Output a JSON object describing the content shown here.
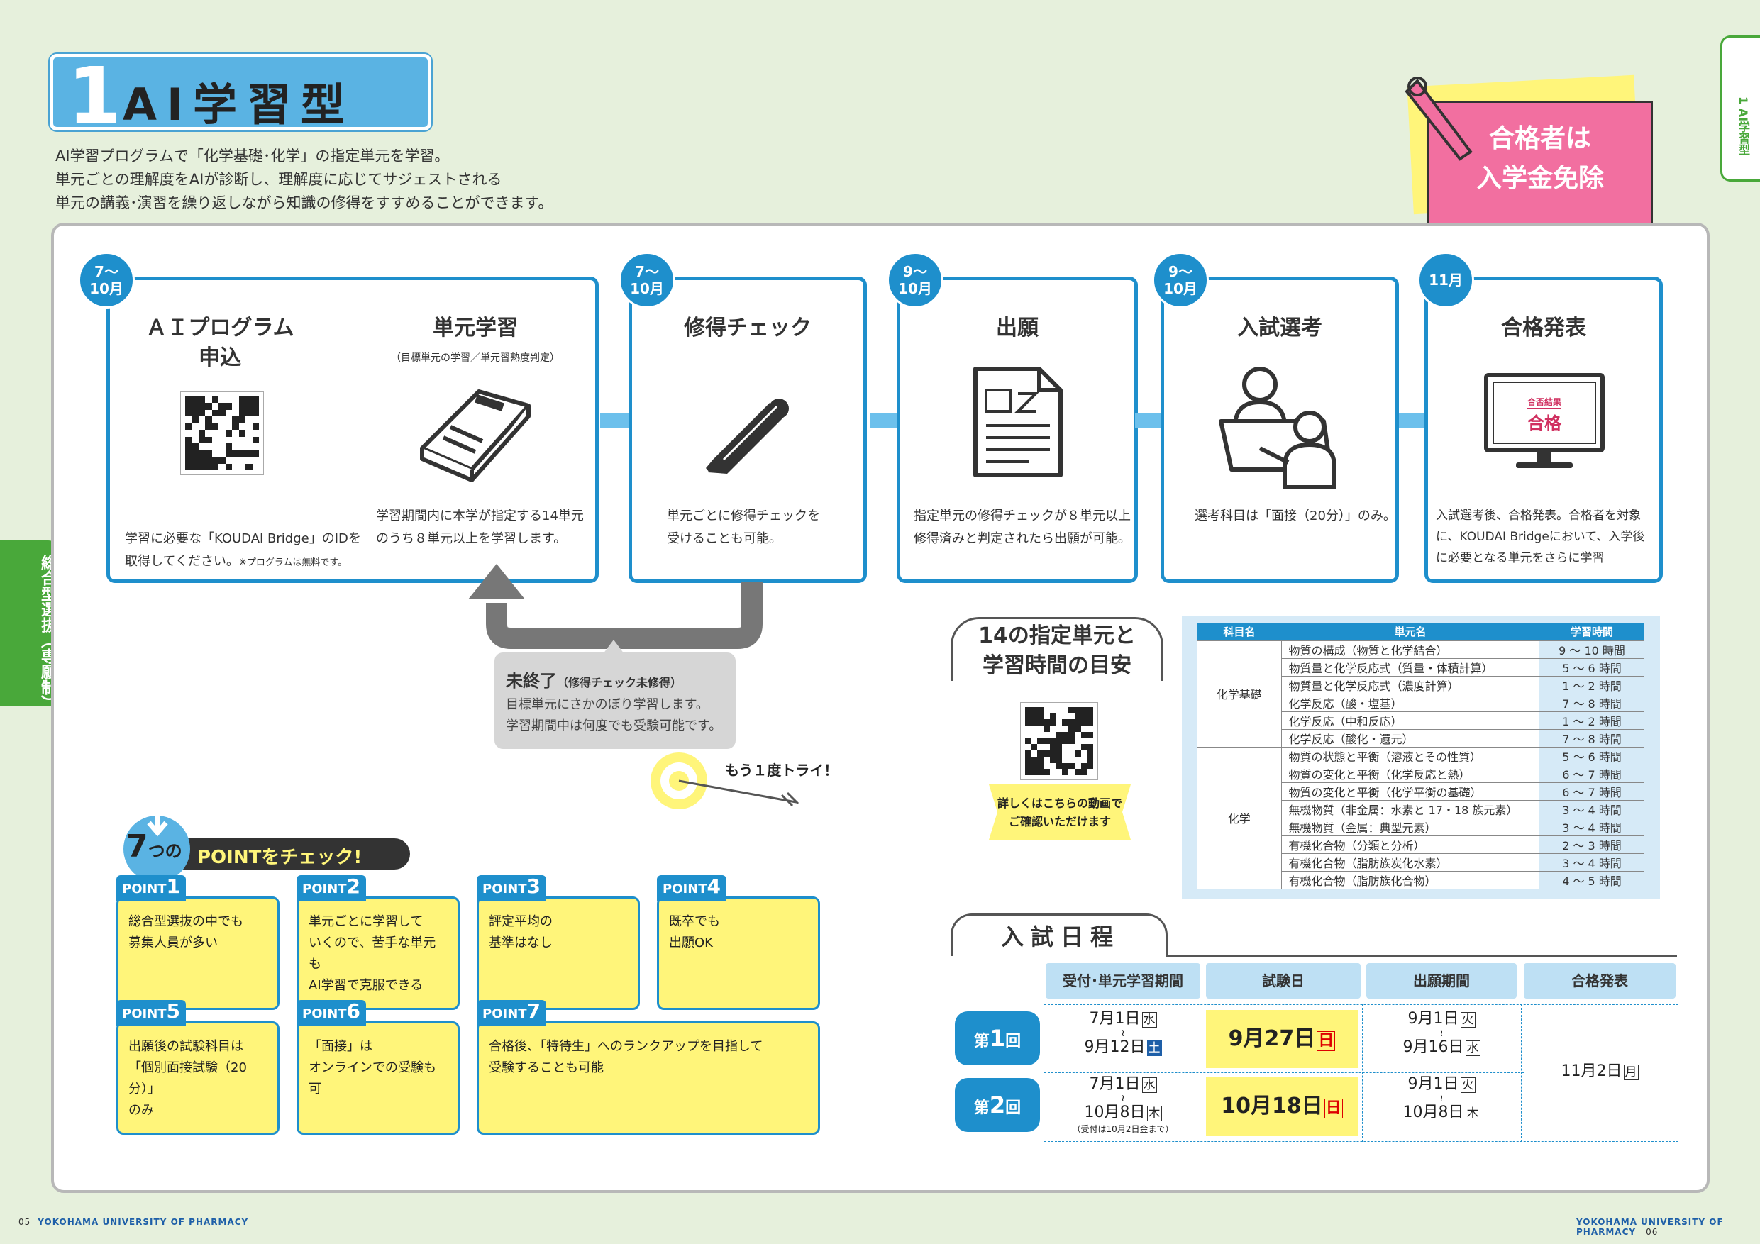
{
  "header": {
    "number": "1",
    "title": "AI学習型"
  },
  "intro": "AI学習プログラムで「化学基礎･化学」の指定単元を学習。\n単元ごとの理解度をAIが診断し、理解度に応じてサジェストされる\n単元の講義･演習を繰り返しながら知識の修得をすすめることができます。",
  "exemption": {
    "line1": "合格者は",
    "line2": "入学金免除"
  },
  "right_tab": "1 AI学習型",
  "side_tab": "総合型選抜（専願制）",
  "steps": [
    {
      "badge1": "7～",
      "badge2": "10月",
      "title": "ＡＩプログラム\n申込",
      "desc": "学習に必要な「KOUDAI Bridge」のIDを\n取得してください。",
      "note": "※プログラムは無料です。"
    },
    {
      "title": "単元学習",
      "sub": "（目標単元の学習／単元習熟度判定）",
      "desc": "学習期間内に本学が指定する14単元\nのうち８単元以上を学習します。"
    },
    {
      "badge1": "7～",
      "badge2": "10月",
      "title": "修得チェック",
      "desc": "単元ごとに修得チェックを\n受けることも可能。"
    },
    {
      "badge1": "9～",
      "badge2": "10月",
      "title": "出願",
      "desc": "指定単元の修得チェックが８単元以上\n修得済みと判定されたら出願が可能。"
    },
    {
      "badge1": "9～",
      "badge2": "10月",
      "title": "入試選考",
      "desc": "選考科目は「面接（20分）」のみ。"
    },
    {
      "badge1": "11月",
      "badge2": "",
      "title": "合格発表",
      "desc": "入試選考後、合格発表。合格者を対象\nに、KOUDAI Bridgeにおいて、入学後\nに必要となる単元をさらに学習",
      "screen_small": "合否結果",
      "screen_big": "合格"
    }
  ],
  "loop": {
    "title": "未終了",
    "title_sub": "（修得チェック未修得）",
    "desc": "目標単元にさかのぼり学習します。\n学習期間中は何度でも受験可能です。",
    "retry": "もう１度トライ！"
  },
  "points": {
    "heading_num": "7",
    "heading_no": "つの",
    "heading_text": "POINTをチェック!",
    "items": [
      {
        "label": "POINT",
        "num": "1",
        "text": "総合型選抜の中でも\n募集人員が多い"
      },
      {
        "label": "POINT",
        "num": "2",
        "text": "単元ごとに学習して\nいくので、苦手な単元も\nAI学習で克服できる"
      },
      {
        "label": "POINT",
        "num": "3",
        "text": "評定平均の\n基準はなし"
      },
      {
        "label": "POINT",
        "num": "4",
        "text": "既卒でも\n出願OK"
      },
      {
        "label": "POINT",
        "num": "5",
        "text": "出願後の試験科目は\n「個別面接試験（20分）」\nのみ"
      },
      {
        "label": "POINT",
        "num": "6",
        "text": "「面接」は\nオンラインでの受験も可"
      },
      {
        "label": "POINT",
        "num": "7",
        "text": "合格後、「特待生」へのランクアップを目指して\n受験することも可能"
      }
    ]
  },
  "units_guide": {
    "title": "14の指定単元と\n学習時間の目安",
    "video": "詳しくはこちらの動画で\nご確認いただけます"
  },
  "units_table": {
    "headers": [
      "科目名",
      "単元名",
      "学習時間"
    ],
    "groups": [
      {
        "subject": "化学基礎",
        "rows": [
          [
            "物質の構成（物質と化学結合）",
            "9 ～ 10 時間"
          ],
          [
            "物質量と化学反応式（質量・体積計算）",
            "5 ～ 6 時間"
          ],
          [
            "物質量と化学反応式（濃度計算）",
            "1 ～ 2 時間"
          ],
          [
            "化学反応（酸・塩基）",
            "7 ～ 8 時間"
          ],
          [
            "化学反応（中和反応）",
            "1 ～ 2 時間"
          ],
          [
            "化学反応（酸化・還元）",
            "7 ～ 8 時間"
          ]
        ]
      },
      {
        "subject": "化学",
        "rows": [
          [
            "物質の状態と平衡（溶液とその性質）",
            "5 ～ 6 時間"
          ],
          [
            "物質の変化と平衡（化学反応と熱）",
            "6 ～ 7 時間"
          ],
          [
            "物質の変化と平衡（化学平衡の基礎）",
            "6 ～ 7 時間"
          ],
          [
            "無機物質（非金属：水素と 17・18 族元素）",
            "3 ～ 4 時間"
          ],
          [
            "無機物質（金属：典型元素）",
            "3 ～ 4 時間"
          ],
          [
            "有機化合物（分類と分析）",
            "2 ～ 3 時間"
          ],
          [
            "有機化合物（脂肪族炭化水素）",
            "3 ～ 4 時間"
          ],
          [
            "有機化合物（脂肪族化合物）",
            "4 ～ 5 時間"
          ]
        ]
      }
    ]
  },
  "schedule": {
    "title": "入試日程",
    "headers": [
      "受付･単元学習期間",
      "試験日",
      "出願期間",
      "合格発表"
    ],
    "rounds": [
      {
        "pre": "第",
        "num": "1",
        "post": "回",
        "recv_from": "7月1日",
        "recv_from_dow": "水",
        "recv_to": "9月12日",
        "recv_to_dow": "土",
        "recv_note": "",
        "exam": "9月27日",
        "exam_dow": "日",
        "app_from": "9月1日",
        "app_from_dow": "火",
        "app_to": "9月16日",
        "app_to_dow": "水"
      },
      {
        "pre": "第",
        "num": "2",
        "post": "回",
        "recv_from": "7月1日",
        "recv_from_dow": "水",
        "recv_to": "10月8日",
        "recv_to_dow": "木",
        "recv_note": "（受付は10月2日金まで）",
        "exam": "10月18日",
        "exam_dow": "日",
        "app_from": "9月1日",
        "app_from_dow": "火",
        "app_to": "10月8日",
        "app_to_dow": "木"
      }
    ],
    "result": "11月2日",
    "result_dow": "月",
    "tilde": "≀"
  },
  "footer": {
    "left_page": "05",
    "right_page": "06",
    "school": "YOKOHAMA UNIVERSITY OF PHARMACY"
  },
  "colors": {
    "accent": "#1e8fcc",
    "bg": "#e6f0dc",
    "pink": "#f26fa0",
    "yellow": "#fff57a",
    "green": "#49a83a"
  }
}
